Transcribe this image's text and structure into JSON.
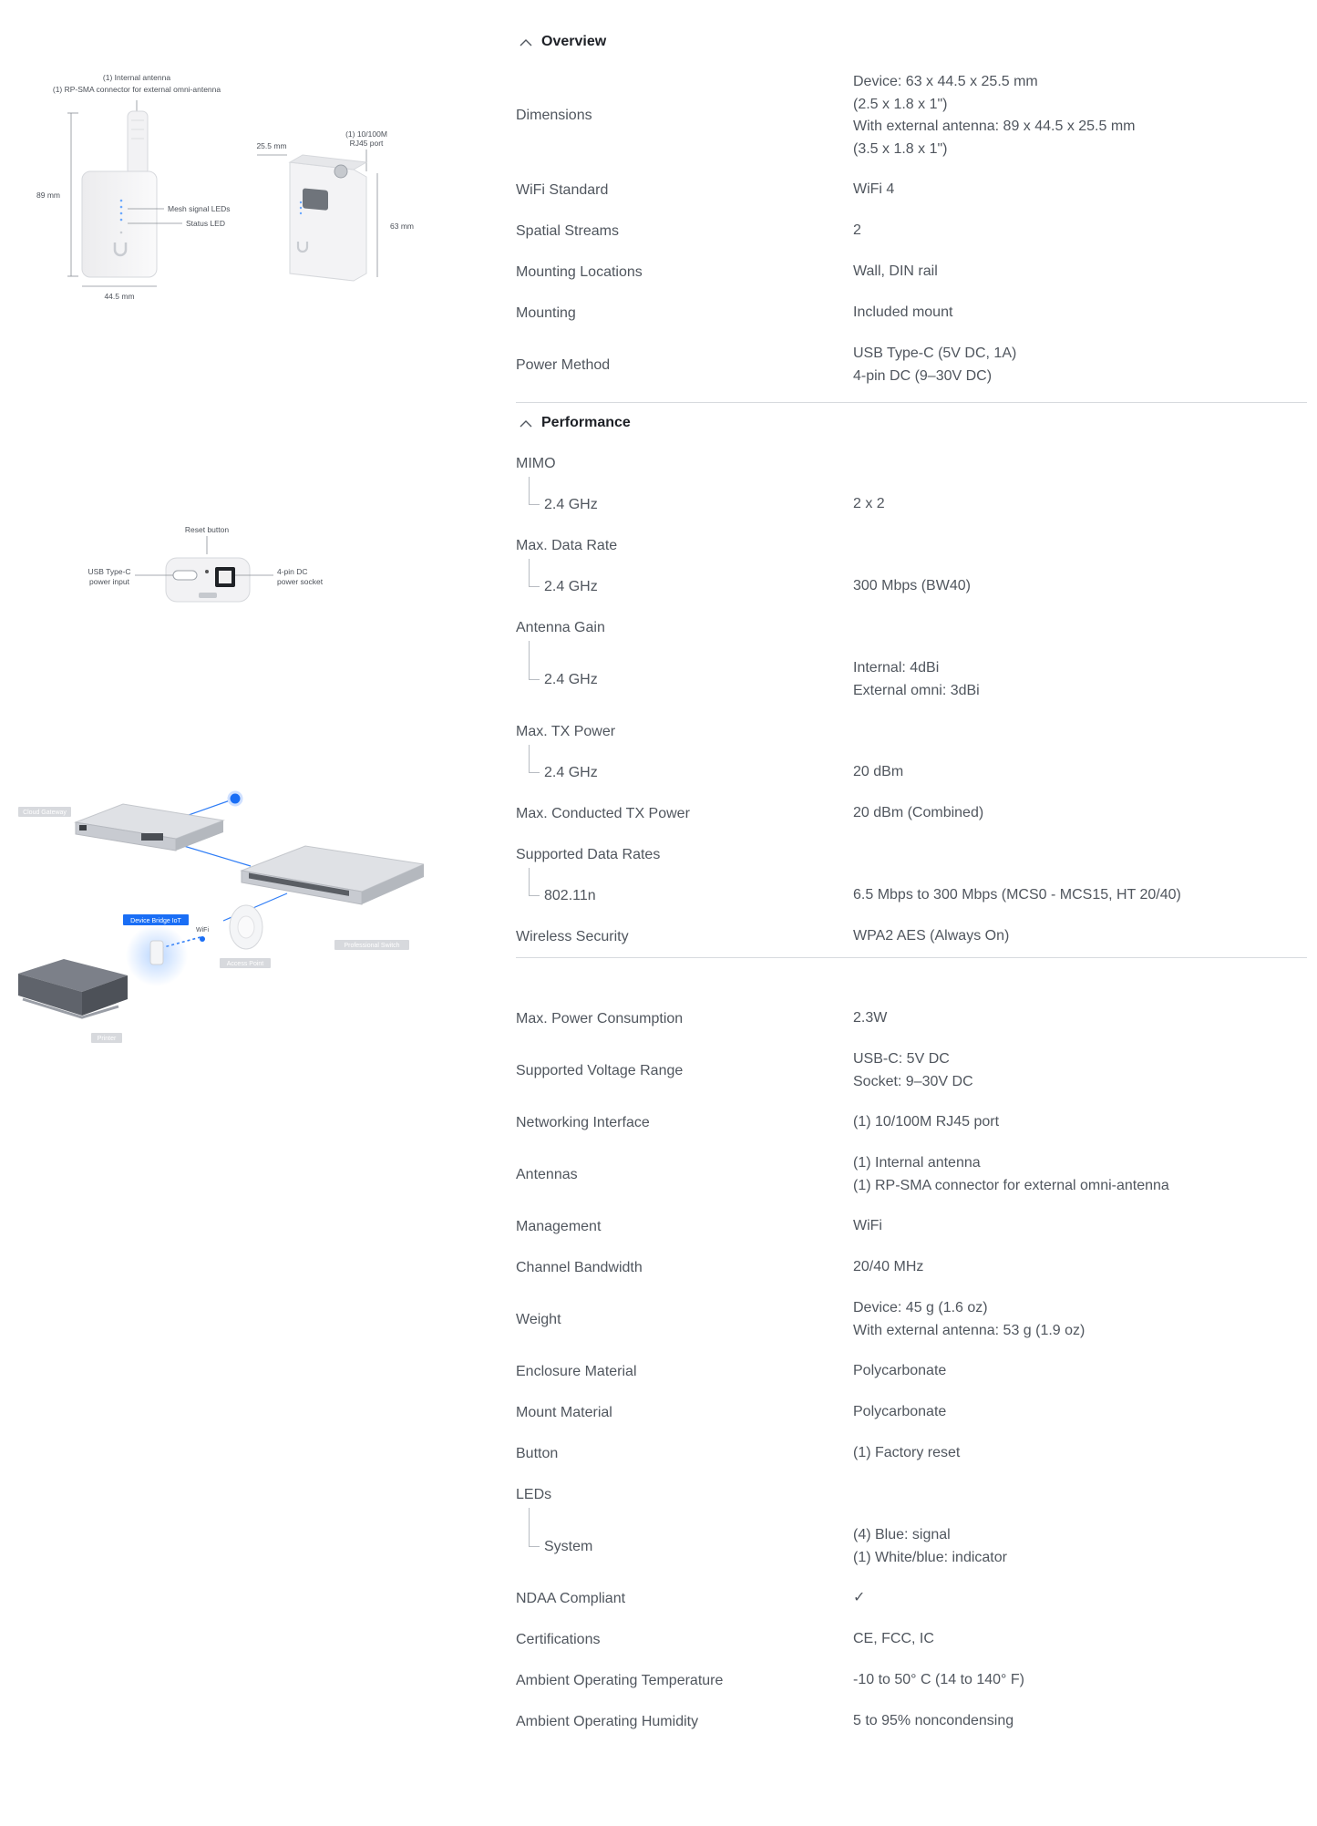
{
  "figures": {
    "dimensions": {
      "antenna_label_1": "(1) Internal antenna",
      "antenna_label_2": "(1) RP-SMA connector for external omni-antenna",
      "height_label": "89 mm",
      "width_label": "44.5 mm",
      "mesh_leds_label": "Mesh signal LEDs",
      "status_led_label": "Status LED",
      "depth_label": "25.5 mm",
      "port_label_1": "(1) 10/100M",
      "port_label_2": "RJ45 port",
      "side_height_label": "63 mm"
    },
    "bottom_view": {
      "reset_label": "Reset button",
      "usb_label_1": "USB Type-C",
      "usb_label_2": "power input",
      "dc_label_1": "4-pin DC",
      "dc_label_2": "power socket"
    },
    "topology": {
      "cloud_gateway": "Cloud Gateway",
      "device_bridge": "Device Bridge IoT",
      "wifi": "WiFi",
      "professional_switch": "Professional Switch",
      "access_point": "Access Point",
      "printer": "Printer"
    }
  },
  "colors": {
    "accent_blue": "#1a6ef5",
    "divider": "#d7dade",
    "label_text": "#50565e",
    "heading_text": "#1d2026"
  },
  "sections": [
    {
      "title": "Overview",
      "expanded": true,
      "icon": "chevron-up-icon",
      "rows": [
        {
          "label": "Dimensions",
          "lines": [
            "Device: 63 x 44.5 x 25.5 mm",
            "(2.5 x 1.8 x 1\")",
            "With external antenna: 89 x 44.5 x 25.5 mm",
            "(3.5 x 1.8 x 1\")"
          ]
        },
        {
          "label": "WiFi Standard",
          "lines": [
            "WiFi 4"
          ]
        },
        {
          "label": "Spatial Streams",
          "lines": [
            "2"
          ]
        },
        {
          "label": "Mounting Locations",
          "lines": [
            "Wall, DIN rail"
          ]
        },
        {
          "label": "Mounting",
          "lines": [
            "Included mount"
          ]
        },
        {
          "label": "Power Method",
          "lines": [
            "USB Type-C (5V DC, 1A)",
            "4-pin DC (9–30V DC)"
          ]
        }
      ]
    },
    {
      "title": "Performance",
      "expanded": true,
      "icon": "chevron-up-icon",
      "rows": [
        {
          "label": "MIMO",
          "lines": []
        },
        {
          "label": "2.4 GHz",
          "sub": true,
          "lines": [
            "2 x 2"
          ]
        },
        {
          "label": "Max. Data Rate",
          "lines": []
        },
        {
          "label": "2.4 GHz",
          "sub": true,
          "lines": [
            "300 Mbps (BW40)"
          ]
        },
        {
          "label": "Antenna Gain",
          "lines": []
        },
        {
          "label": "2.4 GHz",
          "sub": true,
          "lines": [
            "Internal: 4dBi",
            "External omni: 3dBi"
          ]
        },
        {
          "label": "Max. TX Power",
          "lines": []
        },
        {
          "label": "2.4 GHz",
          "sub": true,
          "lines": [
            "20 dBm"
          ]
        },
        {
          "label": "Max. Conducted TX Power",
          "lines": [
            "20 dBm (Combined)"
          ]
        },
        {
          "label": "Supported Data Rates",
          "lines": []
        },
        {
          "label": "802.11n",
          "sub": true,
          "lines": [
            "6.5 Mbps to 300 Mbps (MCS0 - MCS15, HT 20/40)"
          ]
        },
        {
          "label": "Wireless Security",
          "lines": [
            "WPA2 AES (Always On)"
          ]
        }
      ]
    },
    {
      "title": "",
      "expanded": true,
      "rows": [
        {
          "label": "Max. Power Consumption",
          "lines": [
            "2.3W"
          ]
        },
        {
          "label": "Supported Voltage Range",
          "lines": [
            "USB-C: 5V DC",
            "Socket: 9–30V DC"
          ]
        },
        {
          "label": "Networking Interface",
          "lines": [
            "(1) 10/100M RJ45 port"
          ]
        },
        {
          "label": "Antennas",
          "lines": [
            "(1) Internal antenna",
            "(1) RP-SMA connector for external omni-antenna"
          ]
        },
        {
          "label": "Management",
          "lines": [
            "WiFi"
          ]
        },
        {
          "label": "Channel Bandwidth",
          "lines": [
            "20/40 MHz"
          ]
        },
        {
          "label": "Weight",
          "lines": [
            "Device: 45 g (1.6 oz)",
            "With external antenna: 53 g (1.9 oz)"
          ]
        },
        {
          "label": "Enclosure Material",
          "lines": [
            "Polycarbonate"
          ]
        },
        {
          "label": "Mount Material",
          "lines": [
            "Polycarbonate"
          ]
        },
        {
          "label": "Button",
          "lines": [
            "(1) Factory reset"
          ]
        },
        {
          "label": "LEDs",
          "lines": []
        },
        {
          "label": "System",
          "sub": true,
          "lines": [
            "(4) Blue: signal",
            "(1) White/blue: indicator"
          ]
        },
        {
          "label": "NDAA Compliant",
          "lines": [
            "✓"
          ]
        },
        {
          "label": "Certifications",
          "lines": [
            "CE, FCC, IC"
          ]
        },
        {
          "label": "Ambient Operating Temperature",
          "lines": [
            "-10 to 50° C (14 to 140° F)"
          ]
        },
        {
          "label": "Ambient Operating Humidity",
          "lines": [
            "5 to 95% noncondensing"
          ]
        }
      ]
    }
  ]
}
